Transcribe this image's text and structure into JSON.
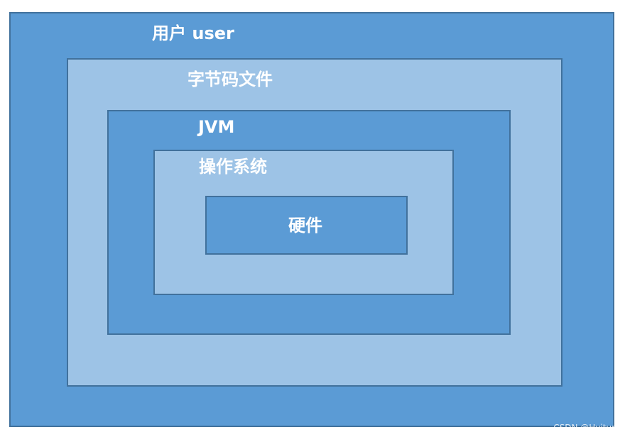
{
  "layers": {
    "user": "用户 user",
    "bytecode": "字节码文件",
    "jvm": "JVM",
    "os": "操作系统",
    "hardware": "硬件"
  },
  "watermark": "CSDN @Hvitur",
  "colors": {
    "dark_fill": "#5b9bd5",
    "light_fill": "#9dc3e6",
    "border": "#41719c",
    "text": "#ffffff"
  }
}
